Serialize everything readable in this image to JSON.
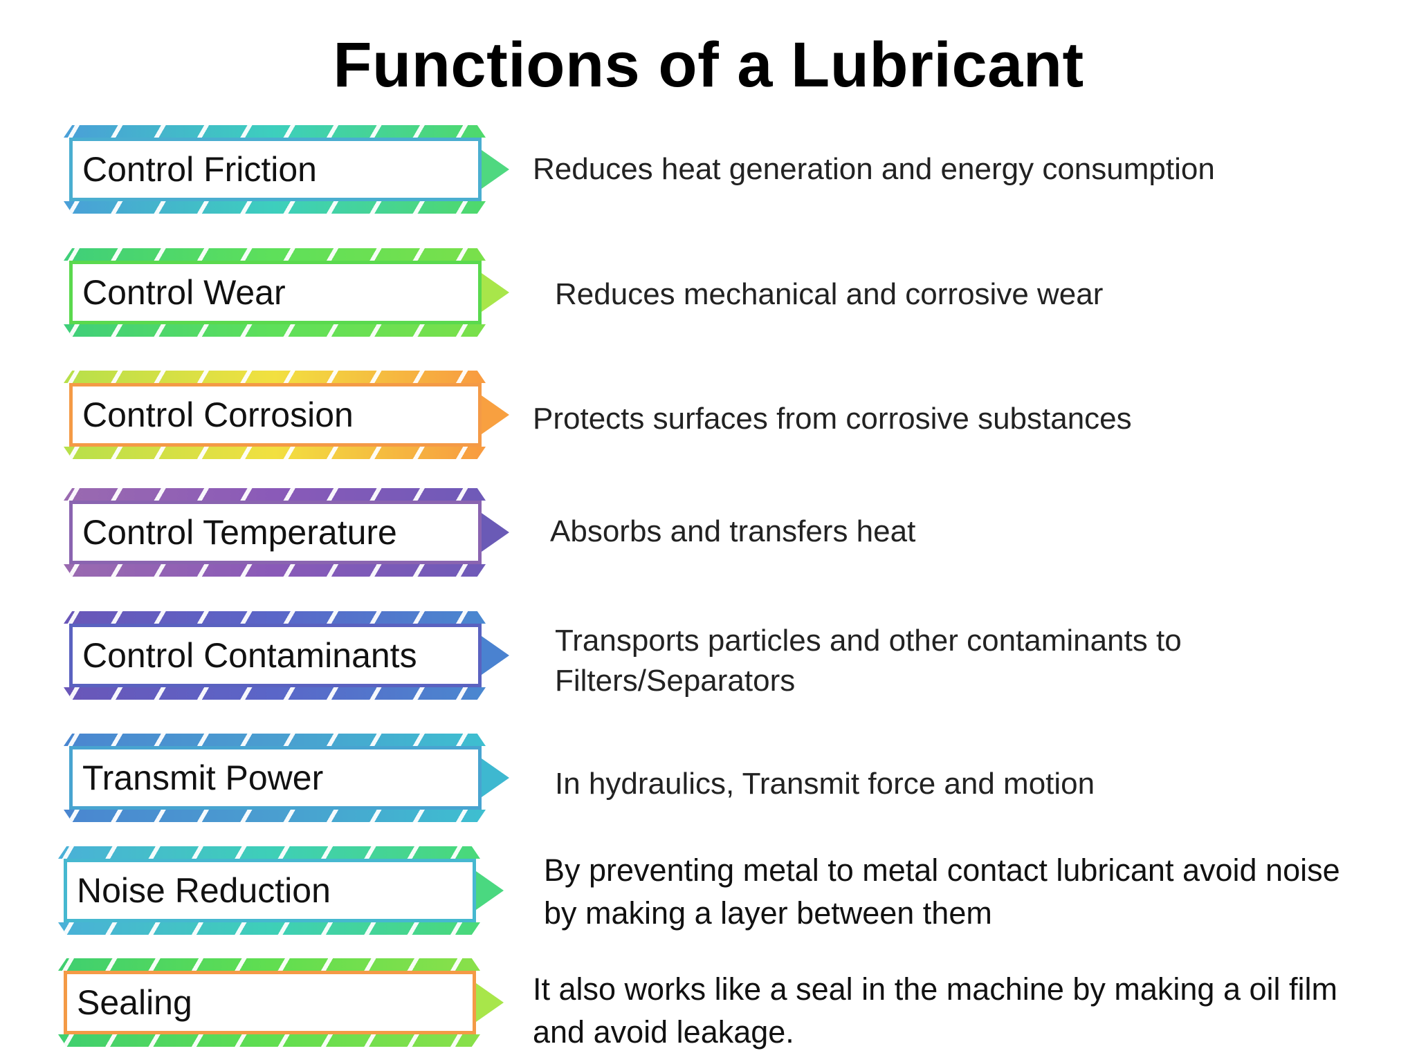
{
  "title": "Functions of a Lubricant",
  "items": [
    {
      "label": "Control Friction",
      "description": [
        "Reduces heat generation and energy consumption"
      ],
      "colors": [
        "#4a9fd8",
        "#3dcfbd",
        "#4fd96a"
      ],
      "border": "#4aaed0",
      "arrow": "#4fd880"
    },
    {
      "label": "Control Wear",
      "description": [
        "Reduces mechanical and corrosive wear"
      ],
      "colors": [
        "#3fcf7a",
        "#5ee05a",
        "#7ae04a"
      ],
      "border": "#5ad94e",
      "arrow": "#a8e64a"
    },
    {
      "label": "Control Corrosion",
      "description": [
        "Protects surfaces from corrosive substances"
      ],
      "colors": [
        "#b6e04a",
        "#f2e040",
        "#f89a40"
      ],
      "border": "#f49a46",
      "arrow": "#f8a040"
    },
    {
      "label": "Control Temperature",
      "description": [
        "Absorbs and transfers heat"
      ],
      "colors": [
        "#9a6ab0",
        "#8a5ab8",
        "#6e5ab8"
      ],
      "border": "#8a64b0",
      "arrow": "#6a5ab6"
    },
    {
      "label": "Control Contaminants",
      "description": [
        "Transports particles and other contaminants to",
        "Filters/Separators"
      ],
      "colors": [
        "#6a56b8",
        "#5a66c8",
        "#4a88d0"
      ],
      "border": "#5a62c0",
      "arrow": "#4a82d0"
    },
    {
      "label": "Transmit Power",
      "description": [
        "In hydraulics, Transmit force and motion"
      ],
      "colors": [
        "#4a86d0",
        "#4a9ed0",
        "#3ebfd0"
      ],
      "border": "#48a4d0",
      "arrow": "#3eb8d0"
    },
    {
      "label": "Noise Reduction",
      "description": [
        "By preventing metal to metal contact lubricant avoid noise",
        "by making a layer between them"
      ],
      "colors": [
        "#4ab0d8",
        "#3ecfb8",
        "#4ad978"
      ],
      "border": "#46b8d0",
      "arrow": "#4ad880"
    },
    {
      "label": "Sealing",
      "description": [
        "It also works like a seal in the machine by making a oil film",
        "and avoid leakage."
      ],
      "colors": [
        "#3fcf70",
        "#60de50",
        "#8ae04a"
      ],
      "border": "#f49a46",
      "arrow": "#a8e64a"
    }
  ]
}
